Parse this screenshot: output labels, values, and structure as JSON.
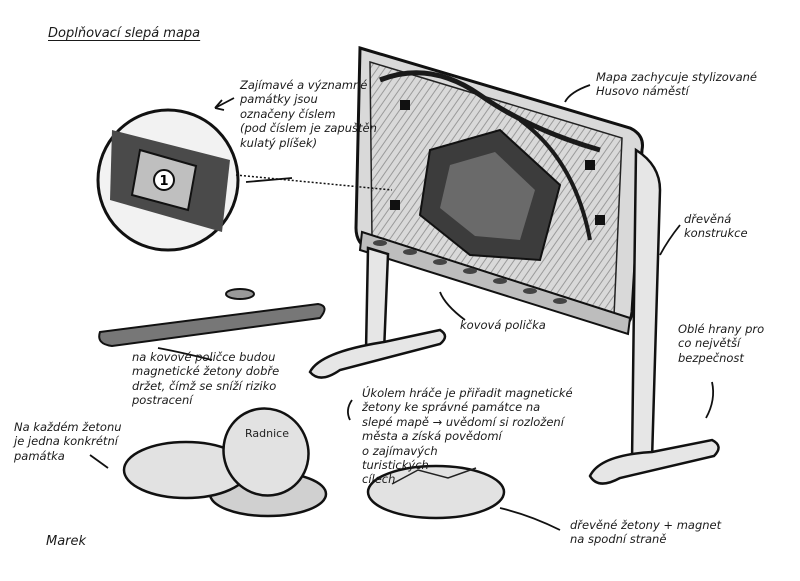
{
  "title": "Doplňovací slepá mapa",
  "annotations": {
    "landmarks": "Zajímavé a významné\npamátky jsou\noznačeny číslem\n(pod číslem je zapuštěn\nkulatý plíšek)",
    "map": "Mapa zachycuje stylizované\nHusovo náměstí",
    "wood": "dřevěná\nkonstrukce",
    "shelf": "kovová polička",
    "edges": "Oblé hrany pro\nco největší\nbezpečnost",
    "magnets": "na kovové poličce budou\nmagnetické žetony dobře\ndržet, čímž se sníží riziko\npostracení",
    "each_token": "Na každém žetonu\nje jedna konkrétní\npamátka",
    "goal": "Úkolem hráče je přiřadit magnetické\nžetony ke správné památce na\nslepé mapě → uvědomí si rozložení\nměsta a získá povědomí\no zajímavých\nturistických\ncílech",
    "tokens": "dřevěné žetony + magnet\nna spodní straně"
  },
  "inset_number": "1",
  "token_text": "Radnice",
  "signature": "Marek"
}
